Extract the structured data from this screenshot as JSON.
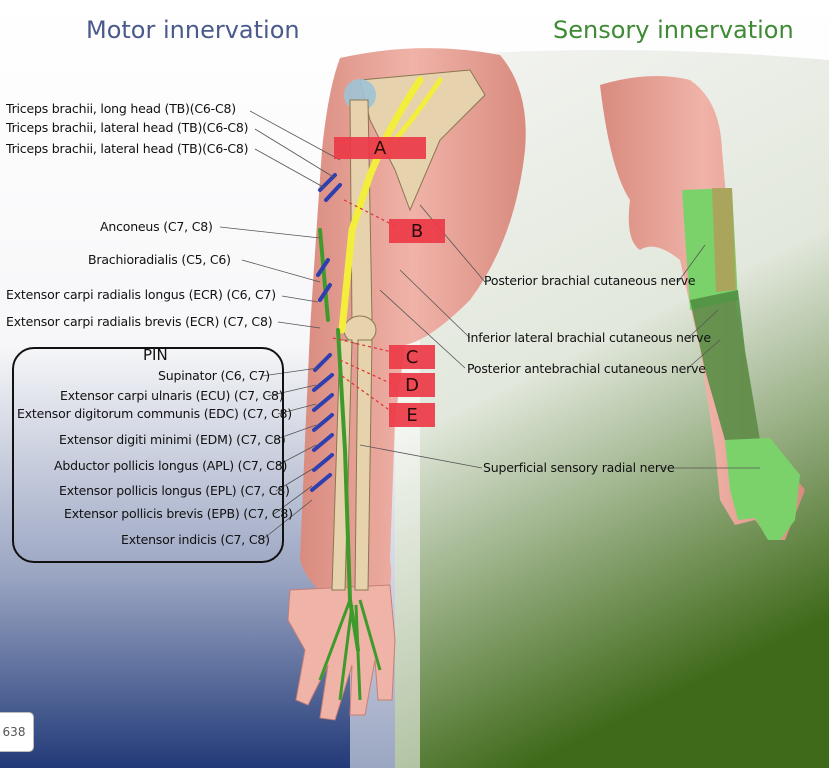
{
  "titles": {
    "motor": "Motor innervation",
    "sensory": "Sensory innervation",
    "motor_color": "#4a5a8c",
    "sensory_color": "#3f8a35"
  },
  "colors": {
    "skin": "#e8a59a",
    "bone": "#e6d2ac",
    "nerve_yellow": "#f3ee3c",
    "nerve_green": "#3f9a2c",
    "muscle_blue": "#2f3fb0",
    "marker_red": "#eb3a48",
    "sensory_zone_green": "#7bd26a",
    "sensory_zone_dark": "#4f8c3f"
  },
  "motor_labels": [
    "Triceps brachii, long head (TB)(C6-C8)",
    "Triceps brachii, lateral head (TB)(C6-C8)",
    "Triceps brachii, lateral head (TB)(C6-C8)",
    "Anconeus (C7, C8)",
    "Brachioradialis (C5, C6)",
    "Extensor carpi radialis longus (ECR) (C6, C7)",
    "Extensor carpi radialis brevis (ECR) (C7, C8)"
  ],
  "pin": {
    "title": "PIN",
    "items": [
      "Supinator (C6, C7)",
      "Extensor carpi ulnaris (ECU) (C7, C8)",
      "Extensor digitorum communis (EDC) (C7, C8)",
      "Extensor digiti minimi (EDM) (C7, C8)",
      "Abductor pollicis longus (APL) (C7, C8)",
      "Extensor pollicis longus (EPL) (C7, C8)",
      "Extensor pollicis brevis (EPB) (C7, C8)",
      "Extensor indicis  (C7, C8)"
    ]
  },
  "markers": [
    "A",
    "B",
    "C",
    "D",
    "E"
  ],
  "sensory_labels": [
    "Posterior brachial cutaneous nerve",
    "Inferior lateral brachial cutaneous nerve",
    "Posterior antebrachial cutaneous nerve",
    "Superficial sensory radial nerve"
  ],
  "page_number": "638"
}
